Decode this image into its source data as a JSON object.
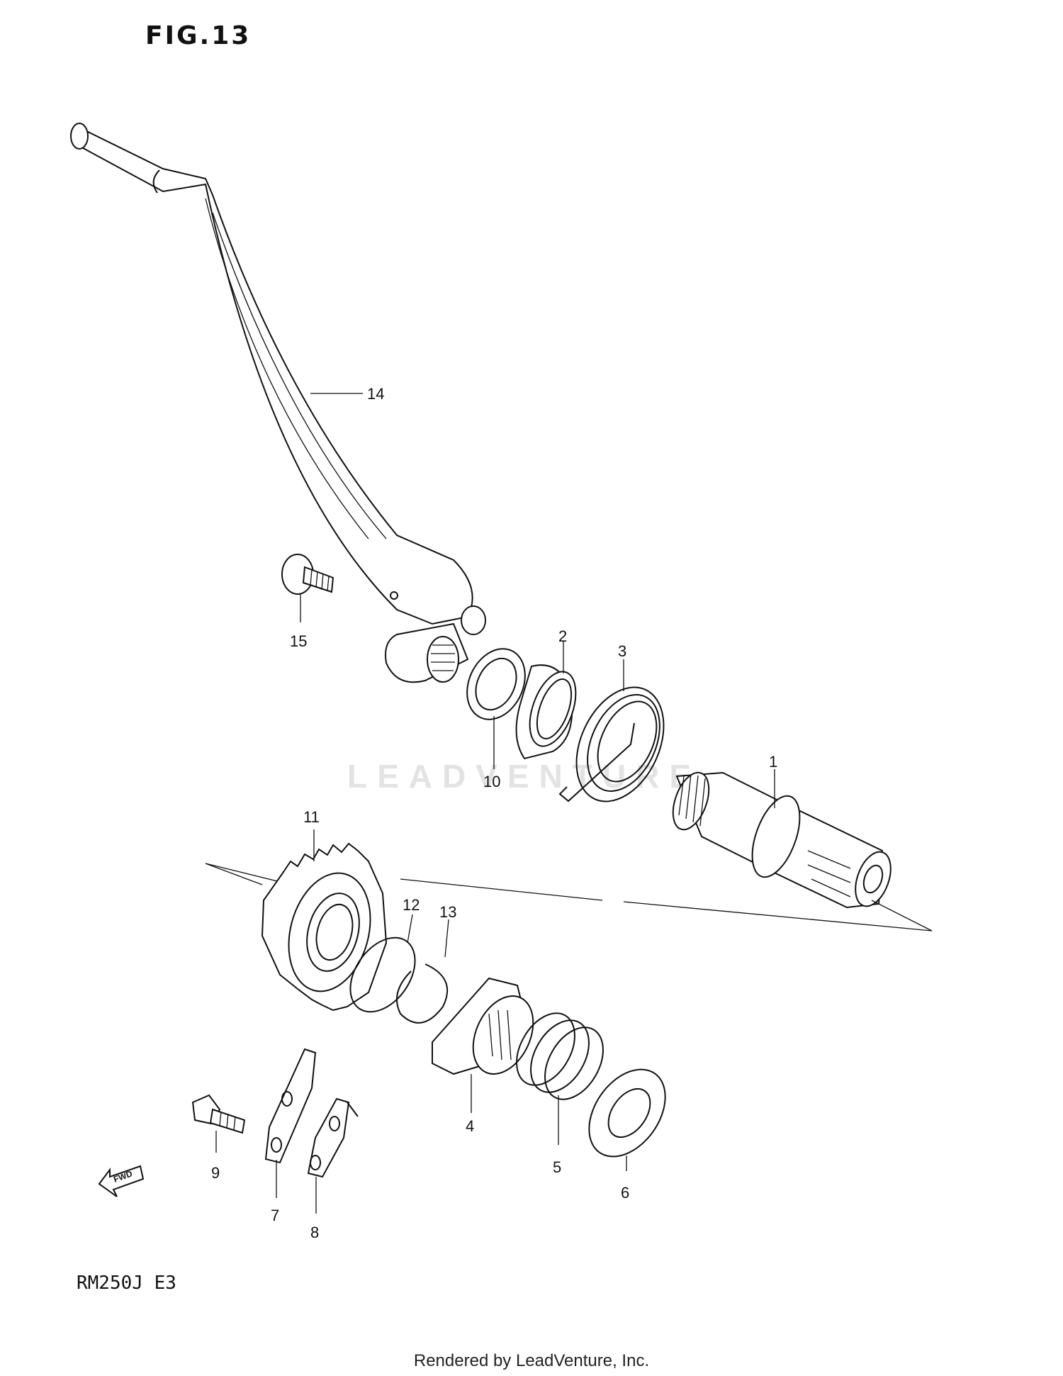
{
  "figure_title": "FIG.13",
  "model_code": "RM250J  E3",
  "watermark": "LEADVENTURE",
  "footer": "Rendered by LeadVenture, Inc.",
  "fwd_label": "FWD",
  "callouts": [
    "1",
    "2",
    "3",
    "4",
    "5",
    "6",
    "7",
    "8",
    "9",
    "10",
    "11",
    "12",
    "13",
    "14",
    "15"
  ]
}
